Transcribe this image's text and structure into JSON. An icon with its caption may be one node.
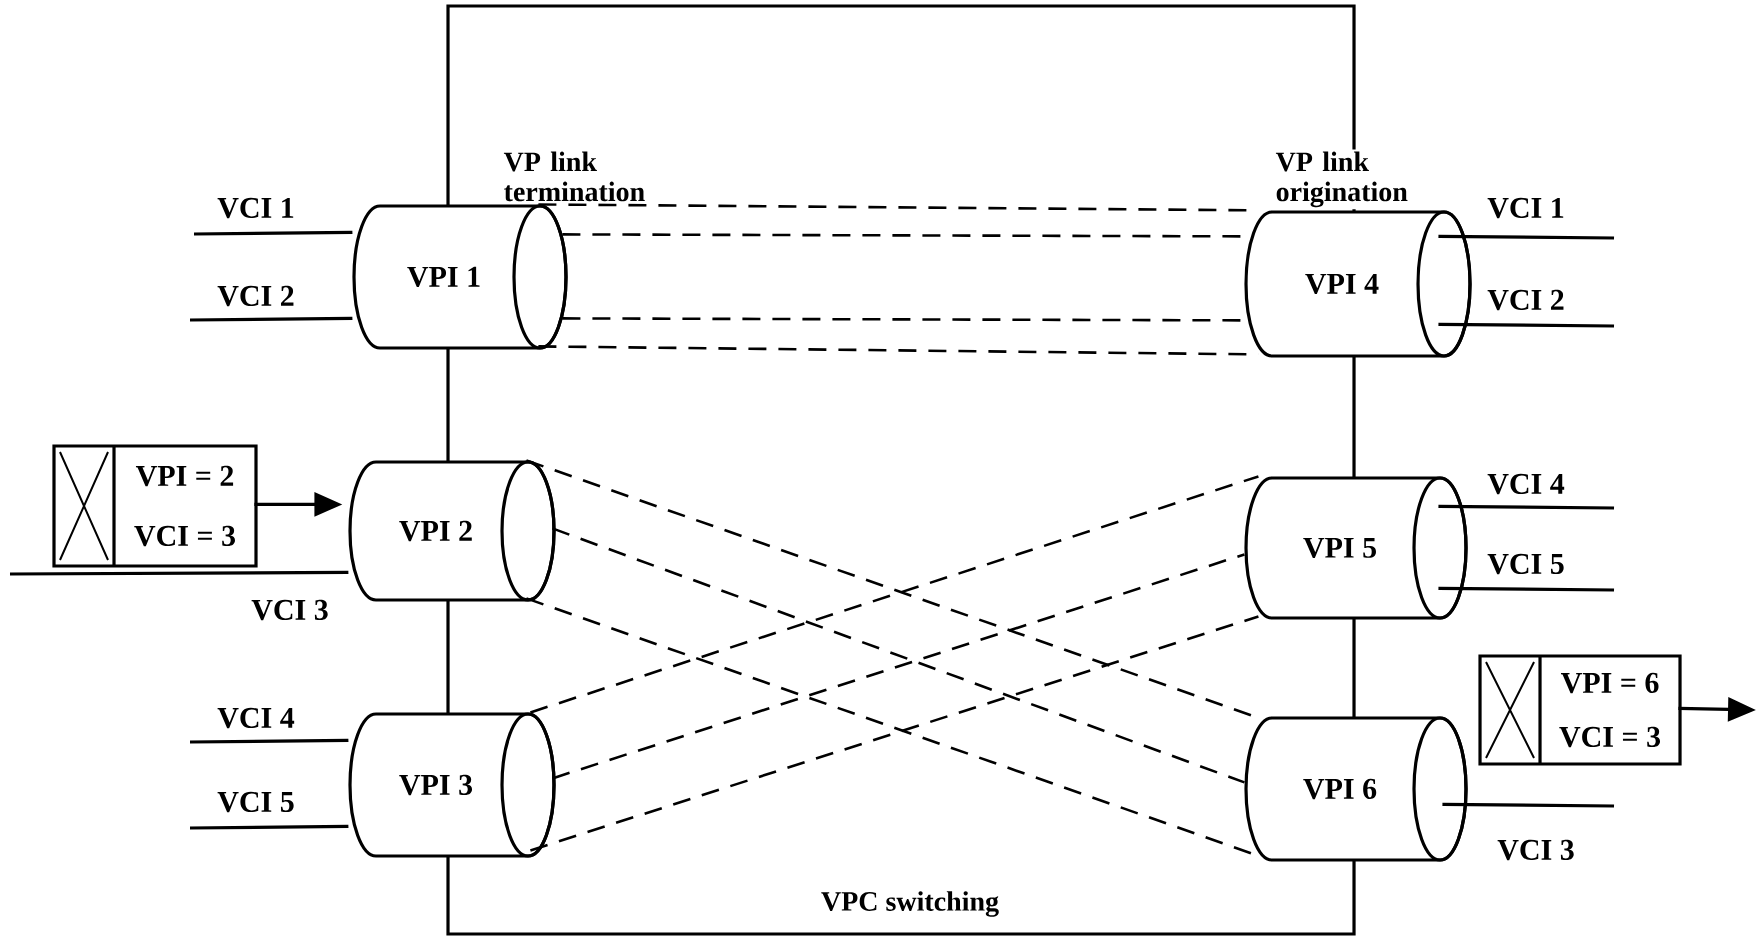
{
  "diagram": {
    "nodes": [
      {
        "text": [
          "VPI 1"
        ]
      },
      {
        "text": [
          "VPI 2"
        ]
      },
      {
        "text": [
          "VPI 3"
        ]
      },
      {
        "text": [
          "VPI 4"
        ]
      },
      {
        "text": [
          "VPI 5"
        ]
      },
      {
        "text": [
          "VPI 6"
        ]
      },
      {
        "text": [
          "VPI = 2",
          "VCI = 3"
        ]
      },
      {
        "text": [
          "VPI = 6",
          "VCI = 3"
        ]
      }
    ],
    "edges": [
      {
        "from": 0,
        "to": 3,
        "arrow": "none",
        "style": "dashed"
      },
      {
        "from": 0,
        "to": 3,
        "arrow": "none",
        "style": "dashed"
      },
      {
        "from": 0,
        "to": 3,
        "arrow": "none",
        "style": "dashed"
      },
      {
        "from": 0,
        "to": 3,
        "arrow": "none",
        "style": "dashed"
      },
      {
        "from": 1,
        "to": 5,
        "arrow": "none",
        "style": "dashed"
      },
      {
        "from": 1,
        "to": 5,
        "arrow": "none",
        "style": "dashed"
      },
      {
        "from": 1,
        "to": 5,
        "arrow": "none",
        "style": "dashed"
      },
      {
        "from": 2,
        "to": 4,
        "arrow": "none",
        "style": "dashed"
      },
      {
        "from": 2,
        "to": 4,
        "arrow": "none",
        "style": "dashed"
      },
      {
        "from": 2,
        "to": 4,
        "arrow": "none",
        "style": "dashed"
      },
      {
        "from": 6,
        "to": 1,
        "arrow": "to"
      },
      {
        "from": 7,
        "to": null,
        "arrow": "to"
      },
      {
        "from": null,
        "to": 0,
        "arrow": "none",
        "label": "VCI 1"
      },
      {
        "from": null,
        "to": 0,
        "arrow": "none",
        "label": "VCI 2"
      },
      {
        "from": null,
        "to": 1,
        "arrow": "none",
        "label": "VCI 3"
      },
      {
        "from": null,
        "to": 2,
        "arrow": "none",
        "label": "VCI 4"
      },
      {
        "from": null,
        "to": 2,
        "arrow": "none",
        "label": "VCI 5"
      },
      {
        "from": 3,
        "to": null,
        "arrow": "none",
        "label": "VCI 1"
      },
      {
        "from": 3,
        "to": null,
        "arrow": "none",
        "label": "VCI 2"
      },
      {
        "from": 4,
        "to": null,
        "arrow": "none",
        "label": "VCI 4"
      },
      {
        "from": 4,
        "to": null,
        "arrow": "none",
        "label": "VCI 5"
      },
      {
        "from": 5,
        "to": null,
        "arrow": "none",
        "label": "VCI 3"
      }
    ],
    "labels": [
      "VP link termination",
      "VP link origination",
      "VPC switching"
    ]
  }
}
